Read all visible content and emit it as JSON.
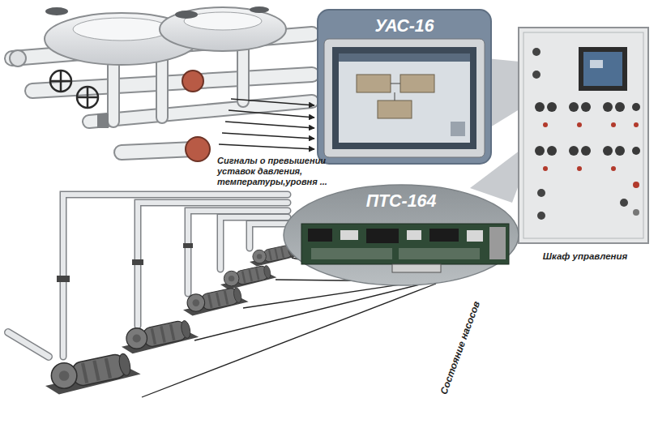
{
  "diagram": {
    "nodes": [
      {
        "text": [
          "УАС-16"
        ]
      },
      {
        "text": [
          "Шкаф управления"
        ]
      },
      {
        "text": [
          "ПТС-164"
        ]
      }
    ],
    "labels": [
      "Сигналы о превышении уставок давления, температуры,уровня ...",
      "Состояние насосов"
    ]
  }
}
